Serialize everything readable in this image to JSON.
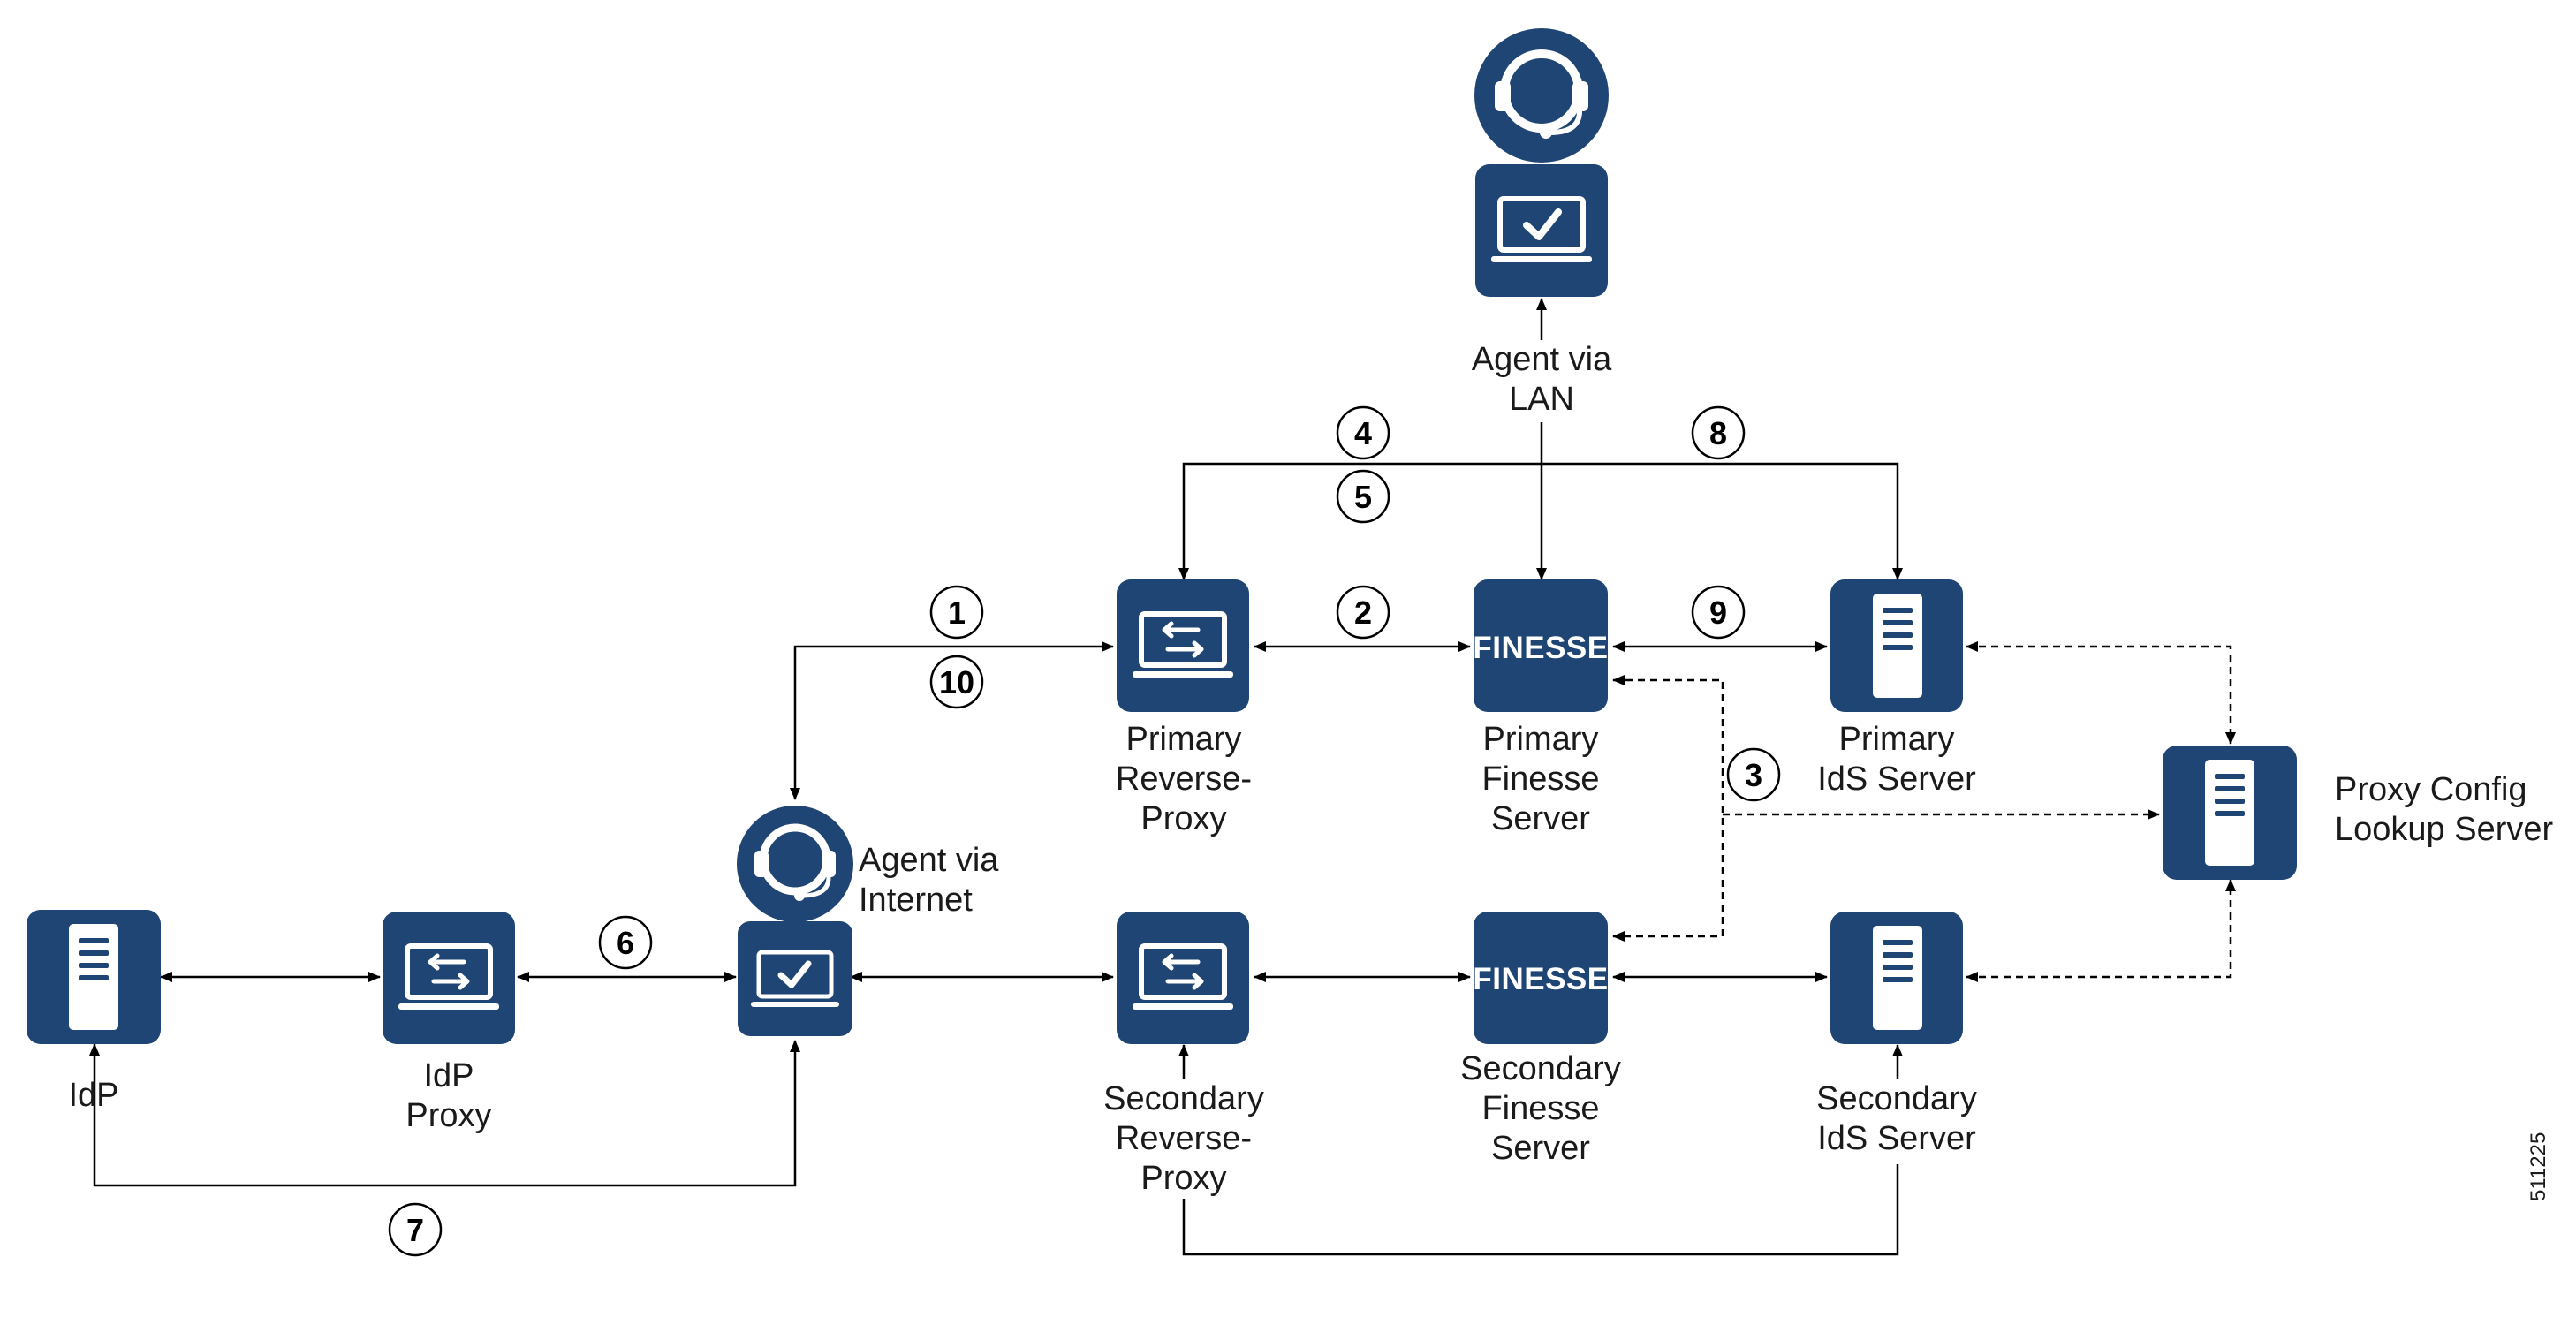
{
  "nodes": {
    "agent_lan": {
      "label_line1": "Agent via",
      "label_line2": "LAN",
      "icon": "agent-laptop-icon"
    },
    "agent_internet": {
      "label_line1": "Agent via",
      "label_line2": "Internet",
      "icon": "agent-laptop-icon"
    },
    "primary_reverse_proxy": {
      "label_line1": "Primary",
      "label_line2": "Reverse-",
      "label_line3": "Proxy",
      "icon": "proxy-laptop-icon"
    },
    "secondary_reverse_proxy": {
      "label_line1": "Secondary",
      "label_line2": "Reverse-",
      "label_line3": "Proxy",
      "icon": "proxy-laptop-icon"
    },
    "primary_finesse": {
      "label_line1": "Primary",
      "label_line2": "Finesse",
      "label_line3": "Server",
      "logo_text": "FINESSE"
    },
    "secondary_finesse": {
      "label_line1": "Secondary",
      "label_line2": "Finesse",
      "label_line3": "Server",
      "logo_text": "FINESSE"
    },
    "primary_ids": {
      "label_line1": "Primary",
      "label_line2": "IdS Server",
      "icon": "server-icon"
    },
    "secondary_ids": {
      "label_line1": "Secondary",
      "label_line2": "IdS Server",
      "icon": "server-icon"
    },
    "proxy_config": {
      "label_line1": "Proxy Config",
      "label_line2": "Lookup Server",
      "icon": "server-icon"
    },
    "idp": {
      "label_line1": "IdP",
      "icon": "server-icon"
    },
    "idp_proxy": {
      "label_line1": "IdP",
      "label_line2": "Proxy",
      "icon": "proxy-laptop-icon"
    }
  },
  "steps": [
    "1",
    "2",
    "3",
    "4",
    "5",
    "6",
    "7",
    "8",
    "9",
    "10"
  ],
  "figure_id": "511225",
  "colors": {
    "tile": "#1f4574",
    "line": "#000000",
    "screen_white": "#ffffff"
  }
}
